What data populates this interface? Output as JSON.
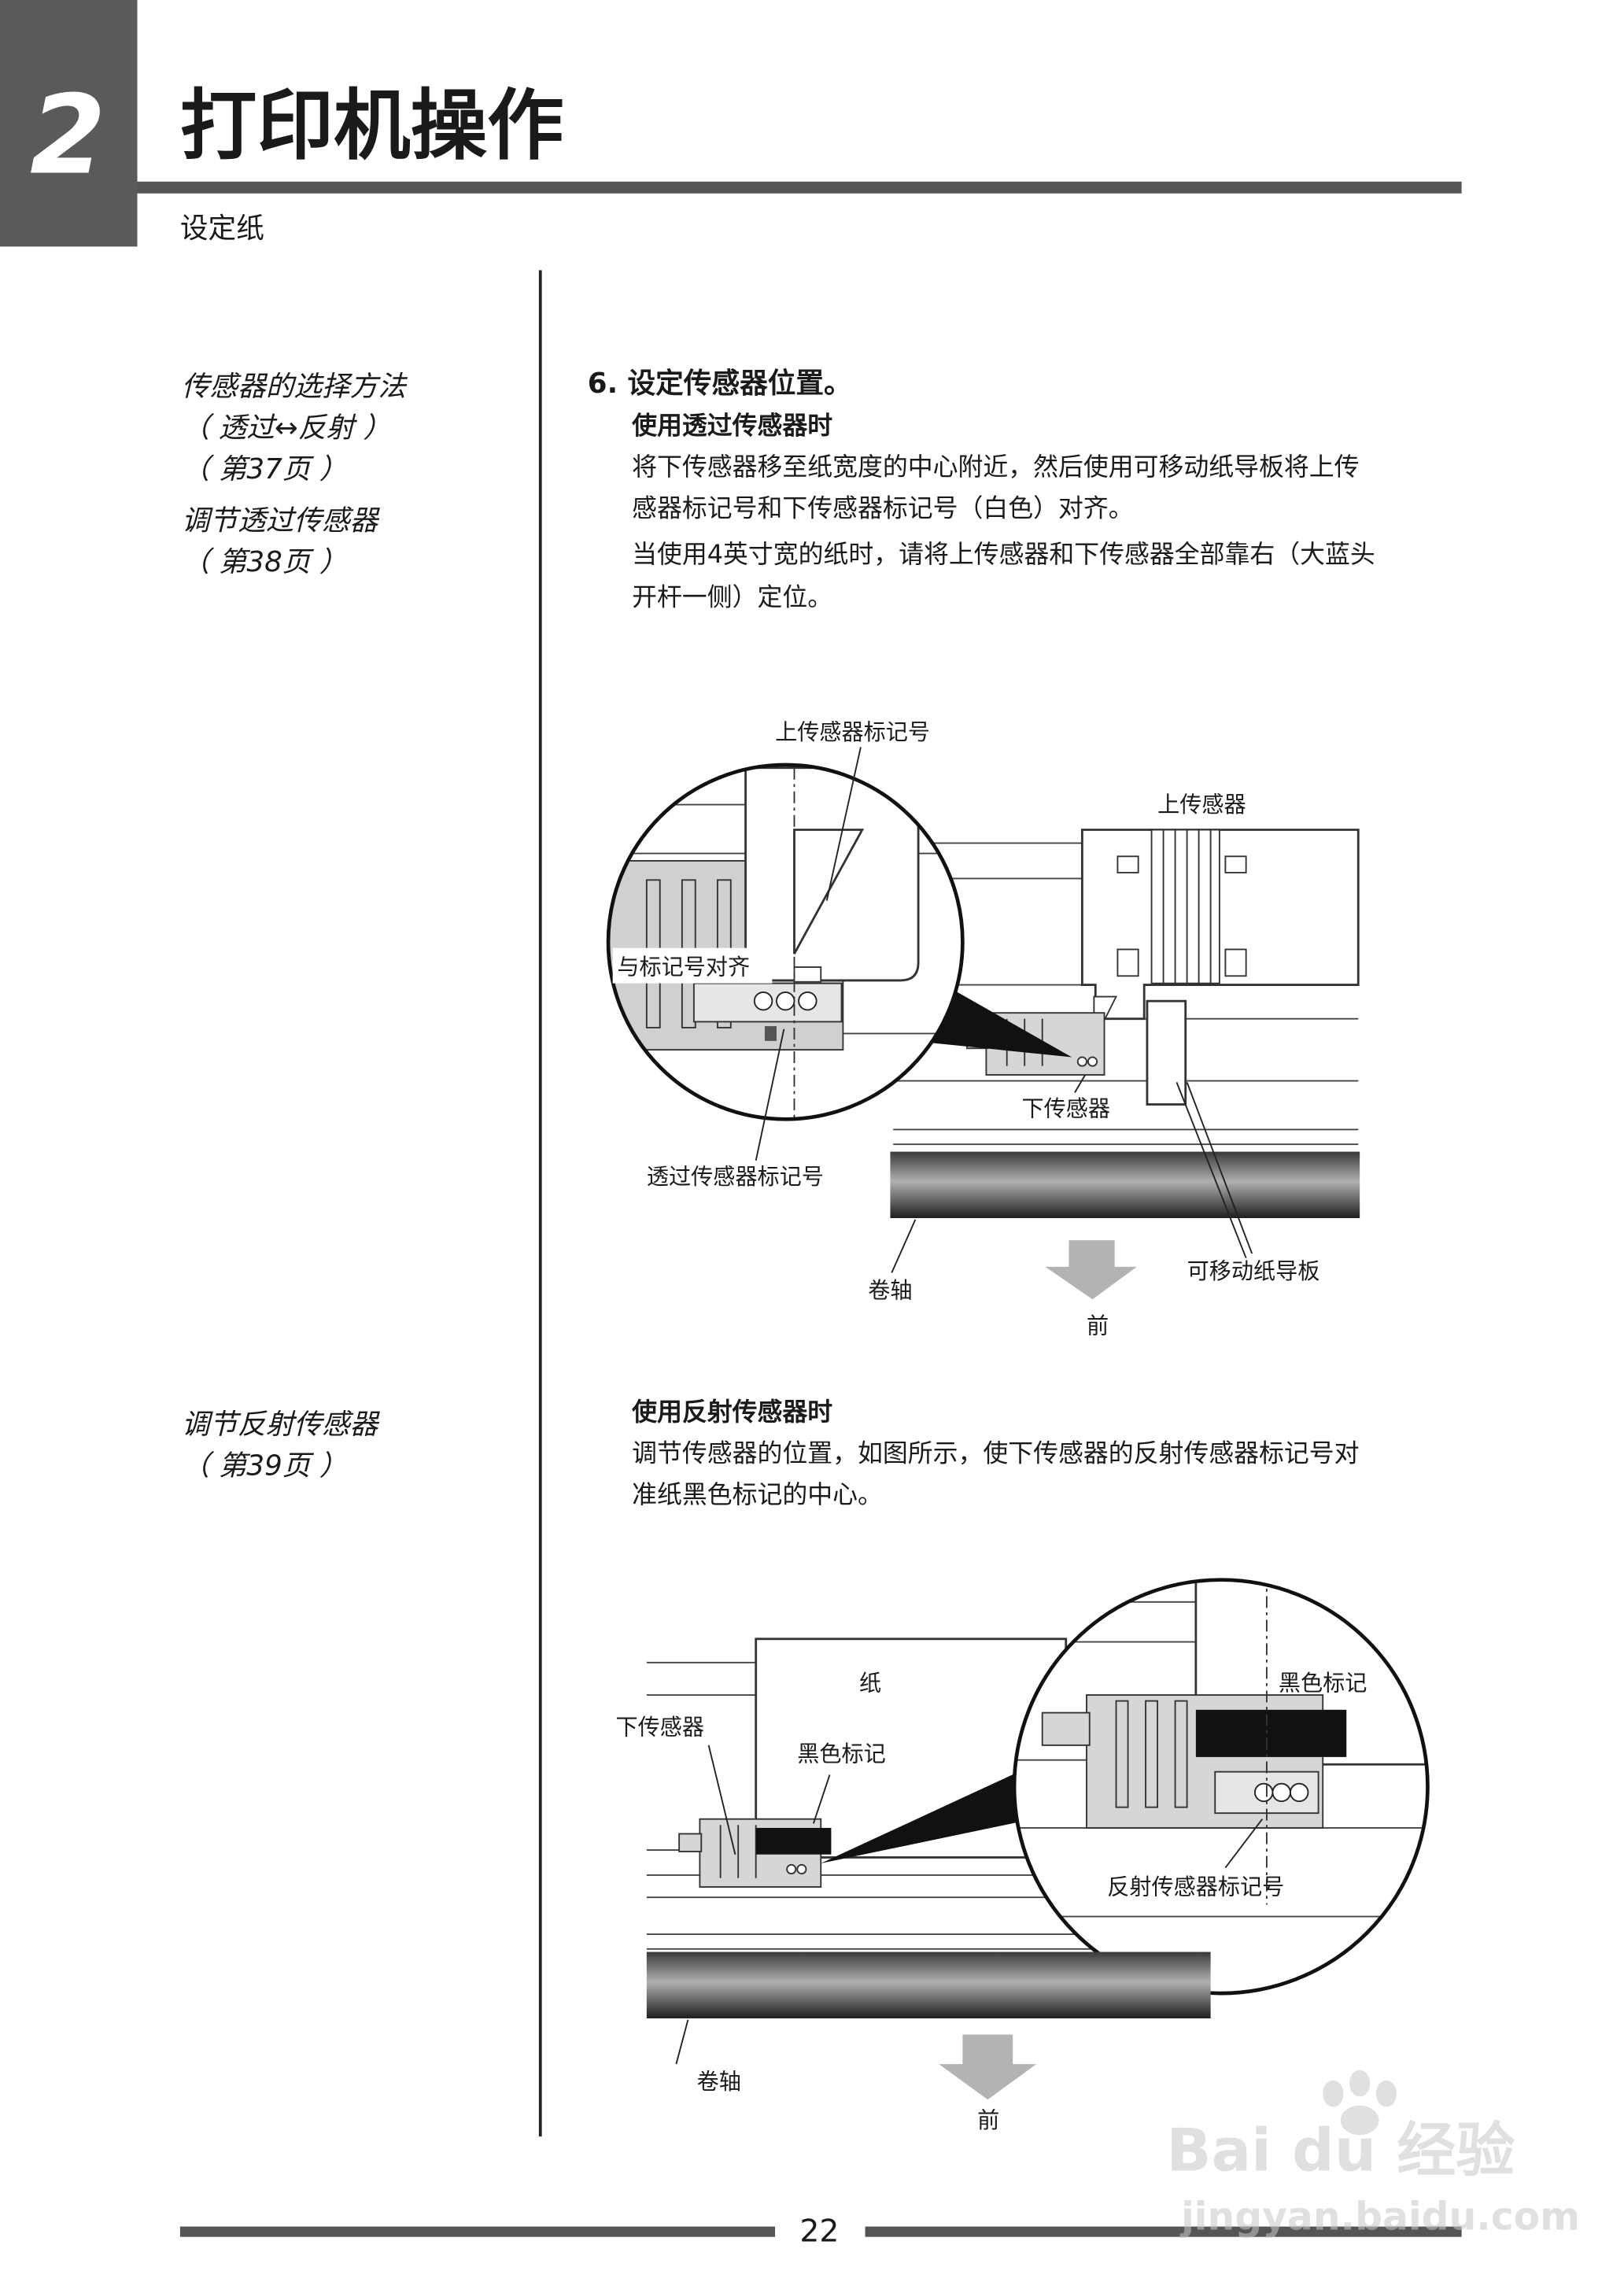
{
  "header": {
    "chapter_number": "2",
    "chapter_title": "打印机操作",
    "section": "设定纸"
  },
  "sidebar": {
    "link1_lines": [
      "传感器的选择方法",
      "（ 透过↔反射 ）",
      "（ 第37页 ）"
    ],
    "link2_lines": [
      "调节透过传感器",
      "（ 第38页 ）"
    ],
    "link3_lines": [
      "调节反射传感器",
      "（ 第39页 ）"
    ]
  },
  "main": {
    "step": "6.  设定传感器位置。",
    "sub1": "使用透过传感器时",
    "sub1_lines": [
      "将下传感器移至纸宽度的中心附近，然后使用可移动纸导板将上传",
      "感器标记号和下传感器标记号（白色）对齐。",
      "当使用4英寸宽的纸时，请将上传感器和下传感器全部靠右（大蓝头",
      "开杆一侧）定位。"
    ],
    "sub2": "使用反射传感器时",
    "sub2_lines": [
      "调节传感器的位置，如图所示，使下传感器的反射传感器标记号对",
      "准纸黑色标记的中心。"
    ]
  },
  "figure1": {
    "upper_sensor_mark": "上传感器标记号",
    "upper_sensor": "上传感器",
    "align_mark": "与标记号对齐",
    "lower_sensor": "下传感器",
    "transmit_mark": "透过传感器标记号",
    "roller": "卷轴",
    "guide": "可移动纸导板",
    "front": "前"
  },
  "figure2": {
    "paper": "纸",
    "black_mark_zoom": "黑色标记",
    "lower_sensor": "下传感器",
    "black_mark": "黑色标记",
    "reflect_mark": "反射传感器标记号",
    "roller": "卷轴",
    "front": "前"
  },
  "footer": {
    "page_number": "22",
    "watermark": "Bai du 经验",
    "watermark_url": "jingyan.baidu.com"
  },
  "colors": {
    "chapter_box": "#5a5a5a",
    "rule": "#555555",
    "roller_dark": "#2b2b2b",
    "arrow_gray": "#b3b3b3",
    "sensor_gray": "#d6d6d6"
  }
}
